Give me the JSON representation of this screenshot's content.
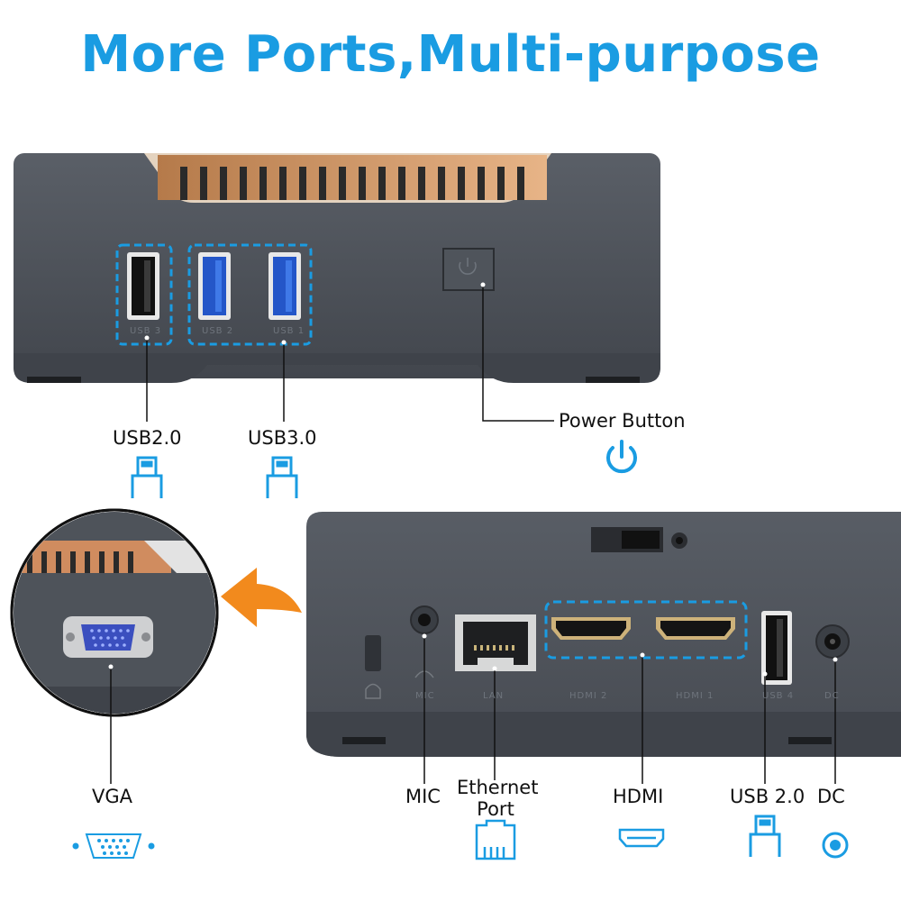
{
  "title": "More Ports,Multi-purpose",
  "top_unit": {
    "port_markings": [
      "USB 3",
      "USB 2",
      "USB 1"
    ],
    "labels": {
      "usb20": "USB2.0",
      "usb30": "USB3.0",
      "power": "Power Button"
    },
    "icons": [
      "usb-plug-icon",
      "usb-plug-icon",
      "power-icon"
    ]
  },
  "rear_unit": {
    "port_markings": [
      "MIC",
      "LAN",
      "HDMI 2",
      "HDMI 1",
      "USB 4",
      "DC"
    ],
    "labels": {
      "mic": "MIC",
      "ethernet_line1": "Ethernet",
      "ethernet_line2": "Port",
      "hdmi": "HDMI",
      "usb20": "USB 2.0",
      "dc": "DC"
    },
    "icons": [
      "ethernet-icon",
      "hdmi-icon",
      "usb-plug-icon",
      "dc-icon"
    ]
  },
  "side_zoom": {
    "labels": {
      "vga": "VGA"
    },
    "icons": [
      "vga-icon"
    ]
  },
  "colors": {
    "accent": "#1a9ce2",
    "arrow": "#f28a1d",
    "body": "#4c5159"
  }
}
